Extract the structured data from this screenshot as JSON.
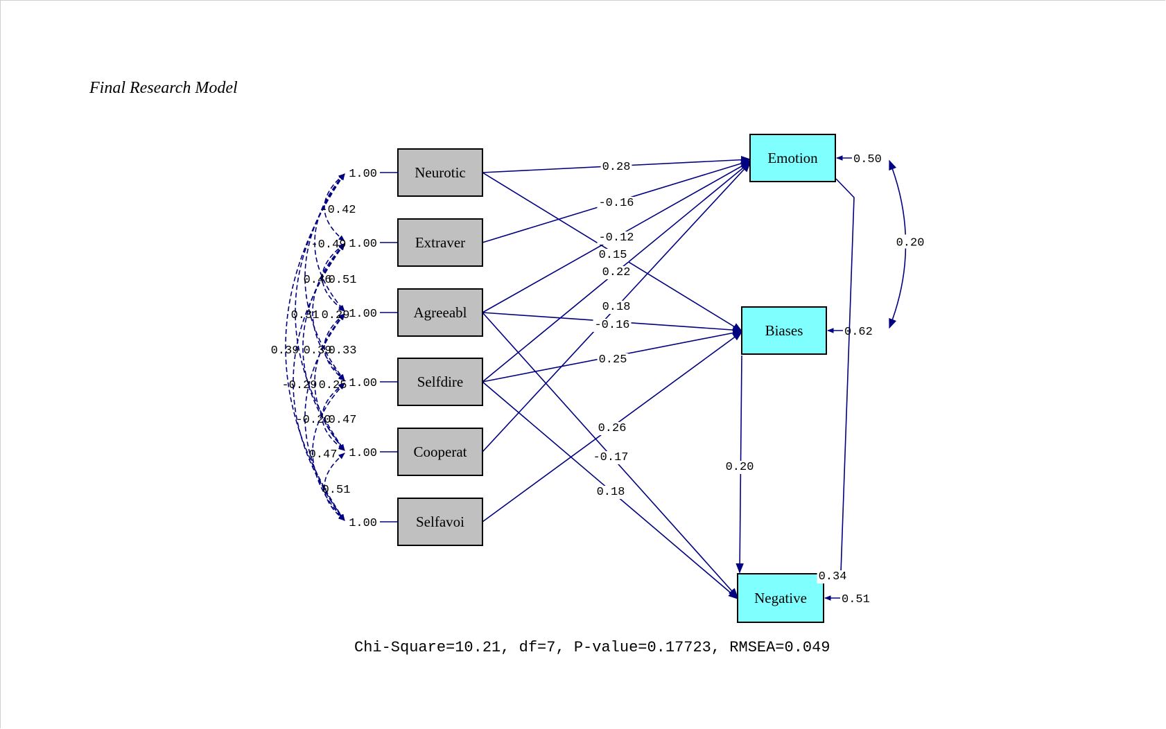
{
  "title": "Final Research Model",
  "diagram": {
    "type": "path-diagram",
    "exogenous": [
      {
        "id": "Neurotic",
        "label": "Neurotic",
        "variance": "1.00"
      },
      {
        "id": "Extraver",
        "label": "Extraver",
        "variance": "1.00"
      },
      {
        "id": "Agreeabl",
        "label": "Agreeabl",
        "variance": "1.00"
      },
      {
        "id": "Selfdire",
        "label": "Selfdire",
        "variance": "1.00"
      },
      {
        "id": "Cooperat",
        "label": "Cooperat",
        "variance": "1.00"
      },
      {
        "id": "Selfavoi",
        "label": "Selfavoi",
        "variance": "1.00"
      }
    ],
    "endogenous": [
      {
        "id": "Emotion",
        "label": "Emotion",
        "error_variance": "0.50"
      },
      {
        "id": "Biases",
        "label": "Biases",
        "error_variance": "0.62"
      },
      {
        "id": "Negative",
        "label": "Negative",
        "error_variance": "0.51"
      }
    ],
    "paths": [
      {
        "from": "Neurotic",
        "to": "Emotion",
        "coef": "0.28"
      },
      {
        "from": "Extraver",
        "to": "Emotion",
        "coef": "-0.16"
      },
      {
        "from": "Neurotic",
        "to": "Biases",
        "coef": "-0.12"
      },
      {
        "from": "Agreeabl",
        "to": "Emotion",
        "coef": "0.15"
      },
      {
        "from": "Selfdire",
        "to": "Emotion",
        "coef": "0.22"
      },
      {
        "from": "Cooperat",
        "to": "Emotion",
        "coef": "0.18"
      },
      {
        "from": "Agreeabl",
        "to": "Biases",
        "coef": "-0.16"
      },
      {
        "from": "Selfdire",
        "to": "Biases",
        "coef": "0.25"
      },
      {
        "from": "Selfavoi",
        "to": "Biases",
        "coef": "0.26"
      },
      {
        "from": "Agreeabl",
        "to": "Negative",
        "coef": "-0.17"
      },
      {
        "from": "Selfdire",
        "to": "Negative",
        "coef": "0.18"
      },
      {
        "from": "Biases",
        "to": "Negative",
        "coef": "0.20"
      },
      {
        "from": "Emotion",
        "to": "Negative",
        "coef": "0.34"
      }
    ],
    "error_covariances": [
      {
        "between": [
          "Emotion",
          "Biases"
        ],
        "coef": "0.20"
      }
    ],
    "exogenous_covariance_labels": [
      "-0.42",
      "-0.49",
      "0.46",
      "0.51",
      "0.31",
      "0.29",
      "0.39",
      "0.39",
      "0.33",
      "-0.29",
      "0.25",
      "-0.20",
      "0.47",
      "0.47",
      "0.51"
    ]
  },
  "fit_statistics": "Chi-Square=10.21, df=7, P-value=0.17723, RMSEA=0.049"
}
